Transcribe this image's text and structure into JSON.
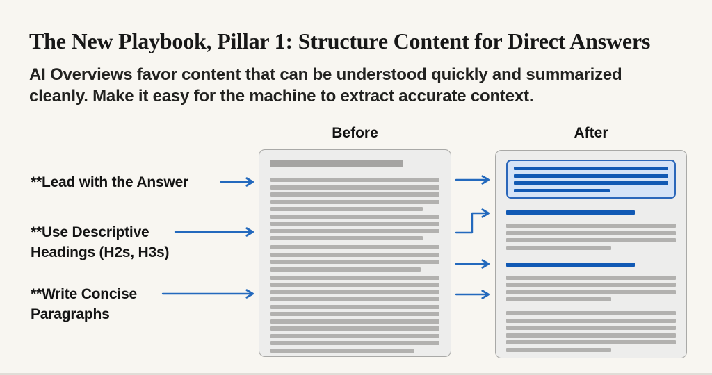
{
  "page": {
    "title": "The New Playbook, Pillar 1: Structure Content for Direct Answers",
    "subtitle": "AI Overviews favor content that can be understood quickly and summarized cleanly. Make it easy for the machine to extract accurate context.",
    "subtitle_lines": [
      "AI Overviews favor content that can be understood quickly and summarized",
      "cleanly. Make it easy for the machine to extract accurate context."
    ]
  },
  "columns": {
    "before_label": "Before",
    "after_label": "After"
  },
  "annotations": [
    {
      "label": "**Lead with the Answer",
      "lines": [
        "**Lead with the Answer"
      ]
    },
    {
      "label": "**Use Descriptive Headings (H2s, H3s)",
      "lines": [
        "**Use Descriptive",
        "Headings (H2s, H3s)"
      ]
    },
    {
      "label": "**Write Concise Paragraphs",
      "lines": [
        "**Write Concise",
        "Paragraphs"
      ]
    }
  ],
  "colors": {
    "background": "#f8f6f1",
    "text": "#1a1a1a",
    "accent_blue": "#1159b4",
    "arrow_blue": "#2369bd",
    "answer_box_fill": "#d5e3f7",
    "answer_box_border": "#2b67ba",
    "doc_fill": "#ededec",
    "doc_border": "#a9a9a7",
    "line_gray": "#b2b1af",
    "title_bar_gray": "#a5a4a2"
  },
  "diagram": {
    "before_doc": {
      "rows": [
        {
          "type": "title",
          "w": 78
        },
        {
          "type": "line",
          "w": 100,
          "gap": 15
        },
        {
          "type": "line",
          "w": 100
        },
        {
          "type": "line",
          "w": 100
        },
        {
          "type": "line",
          "w": 100
        },
        {
          "type": "line",
          "w": 90
        },
        {
          "type": "line",
          "w": 100
        },
        {
          "type": "line",
          "w": 100
        },
        {
          "type": "line",
          "w": 100
        },
        {
          "type": "line",
          "w": 90
        },
        {
          "type": "line",
          "w": 100,
          "gap": 7
        },
        {
          "type": "line",
          "w": 100
        },
        {
          "type": "line",
          "w": 100
        },
        {
          "type": "line",
          "w": 89
        },
        {
          "type": "line",
          "w": 100,
          "gap": 6
        },
        {
          "type": "line",
          "w": 100
        },
        {
          "type": "line",
          "w": 100
        },
        {
          "type": "line",
          "w": 100
        },
        {
          "type": "line",
          "w": 100
        },
        {
          "type": "line",
          "w": 100
        },
        {
          "type": "line",
          "w": 100
        },
        {
          "type": "line",
          "w": 100
        },
        {
          "type": "line",
          "w": 100
        },
        {
          "type": "line",
          "w": 100
        },
        {
          "type": "line",
          "w": 85
        }
      ]
    },
    "after_doc": {
      "rows": [
        {
          "type": "answer_box",
          "bars": [
            100,
            100,
            100,
            62
          ]
        },
        {
          "type": "heading",
          "w": 76,
          "gap": 17
        },
        {
          "type": "line",
          "w": 100,
          "gap": 13
        },
        {
          "type": "line",
          "w": 100
        },
        {
          "type": "line",
          "w": 100
        },
        {
          "type": "line",
          "w": 62
        },
        {
          "type": "heading",
          "w": 76,
          "gap": 18
        },
        {
          "type": "line",
          "w": 100,
          "gap": 13
        },
        {
          "type": "line",
          "w": 100
        },
        {
          "type": "line",
          "w": 100
        },
        {
          "type": "line",
          "w": 62
        },
        {
          "type": "line",
          "w": 100,
          "gap": 14
        },
        {
          "type": "line",
          "w": 100
        },
        {
          "type": "line",
          "w": 100
        },
        {
          "type": "line",
          "w": 100
        },
        {
          "type": "line",
          "w": 100
        },
        {
          "type": "line",
          "w": 62
        }
      ]
    }
  }
}
